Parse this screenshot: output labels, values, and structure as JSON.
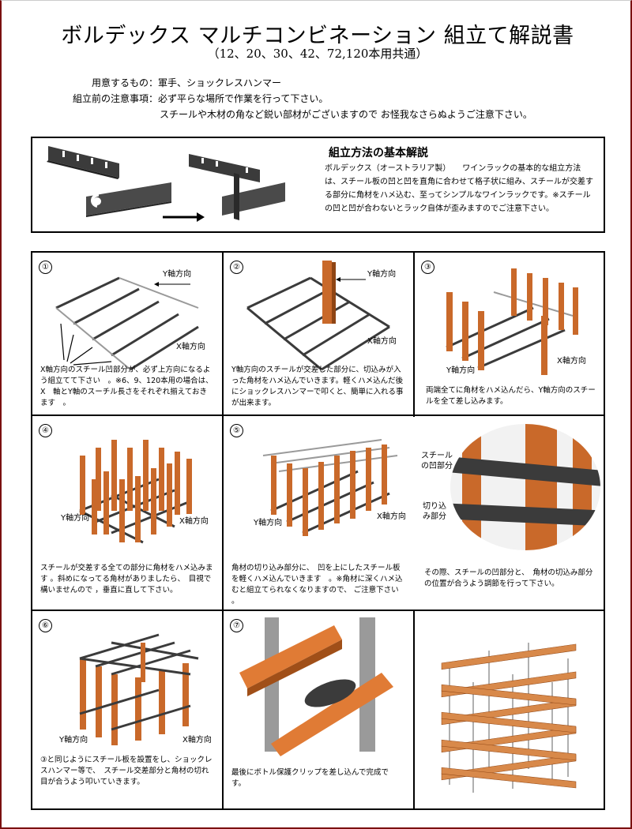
{
  "header": {
    "title": "ボルデックス マルチコンビネーション 組立て解説書",
    "subtitle": "（12、20、30、42、72,120本用共通）"
  },
  "notes": {
    "prep_label": "用意するもの：",
    "prep_value": "軍手、ショックレスハンマー",
    "caution_label": "組立前の注意事項：",
    "caution_line1": "必ず平らな場所で作業を行って下さい。",
    "caution_line2": "スチールや木材の角など鋭い部材がございますので お怪我なさらぬようご注意下さい。"
  },
  "basic": {
    "heading": "組立方法の基本解説",
    "body": "ボルデックス（オーストラリア製）　　ワインラックの基本的な組立方法は、スチール板の凹と凹を直角に合わせて格子状に組み、スチールが交差する部分に角材をハメ込む、至ってシンプルなワインラックです。※スチールの凹と凹が合わないとラック自体が歪みますのでご注意下さい。"
  },
  "axes": {
    "x": "X軸方向",
    "y": "Y軸方向"
  },
  "steps": [
    {
      "num": "①",
      "text": "X軸方向のスチール凹部分が、必ず上方向になるよう組立てて下さい　。※6、9、120本用の場合は、X　軸とY軸のスーチル長さをそれぞれ揃えておきます　。"
    },
    {
      "num": "②",
      "text": "Y軸方向のスチールが交差した部分に、切込みが入った角材をハメ込んでいきます。軽くハメ込んだ後にショックレスハンマーで叩くと、簡単に入れる事が出来ます。"
    },
    {
      "num": "③",
      "text": "両端全てに角材をハメ込んだら、Y軸方向のスチールを全て差し込みます。"
    },
    {
      "num": "④",
      "text": "スチールが交差する全ての部分に角材をハメ込みます 。斜めになってる角材がありましたら、　目視で構いませんので ，垂直に直して下さい。"
    },
    {
      "num": "⑤",
      "text": "角材の切り込み部分に、　凹を上にしたスチール板を軽くハメ込んでいきます　。※角材に深くハメ込むと組立てられなくなりますので、 ご注意下さい 。"
    },
    {
      "num": "",
      "text": "その際、スチールの凹部分と、　角材の切込み部分の位置が合うよう調節を行って下さい。"
    },
    {
      "num": "⑥",
      "text": "③と同じようにスチール板を設置をし、ショックレスハンマー等で、　スチール交差部分と角材の切れ目が合うよう叩いていきます。"
    },
    {
      "num": "⑦",
      "text": "最後にボトル保護クリップを差し込んで完成です。"
    }
  ],
  "zoom": {
    "steel_label": "スチールの凹部分",
    "cut_label": "切り込み部分"
  },
  "colors": {
    "wood": "#c9692a",
    "wood_dark": "#8f4514",
    "steel": "#3b3b3b",
    "steel_light": "#9a9a9a",
    "frame": "#7a1010"
  }
}
